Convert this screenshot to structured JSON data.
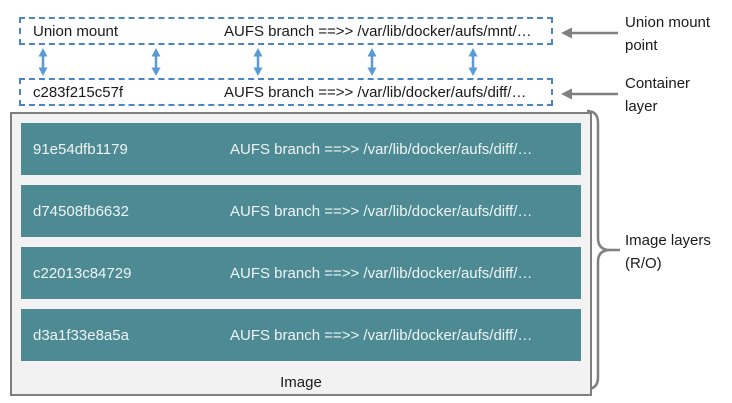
{
  "union_mount_box": {
    "label": "Union mount",
    "aufs": "AUFS branch ==>> /var/lib/docker/aufs/mnt/…"
  },
  "container_box": {
    "id": "c283f215c57f",
    "aufs": "AUFS branch ==>> /var/lib/docker/aufs/diff/…"
  },
  "image_box": {
    "label": "Image",
    "layers": [
      {
        "id": "91e54dfb1179",
        "aufs": "AUFS branch ==>> /var/lib/docker/aufs/diff/…"
      },
      {
        "id": "d74508fb6632",
        "aufs": "AUFS branch ==>> /var/lib/docker/aufs/diff/…"
      },
      {
        "id": "c22013c84729",
        "aufs": "AUFS branch ==>> /var/lib/docker/aufs/diff/…"
      },
      {
        "id": "d3a1f33e8a5a",
        "aufs": "AUFS branch ==>> /var/lib/docker/aufs/diff/…"
      }
    ]
  },
  "annotations": {
    "union_mount_point": "Union mount point",
    "container_layer": "Container layer",
    "image_layers": "Image layers (R/O)"
  },
  "icons": {
    "lock": "lock-icon"
  },
  "colors": {
    "dashed_border_blue": "#4A86C6",
    "arrow_blue": "#5B9BD5",
    "layer_teal": "#4D8A93",
    "layer_text": "#EEF5F5",
    "image_box_fill": "#F2F2F2",
    "annotation_gray": "#808080",
    "lock_gold": "#D9A53C"
  }
}
